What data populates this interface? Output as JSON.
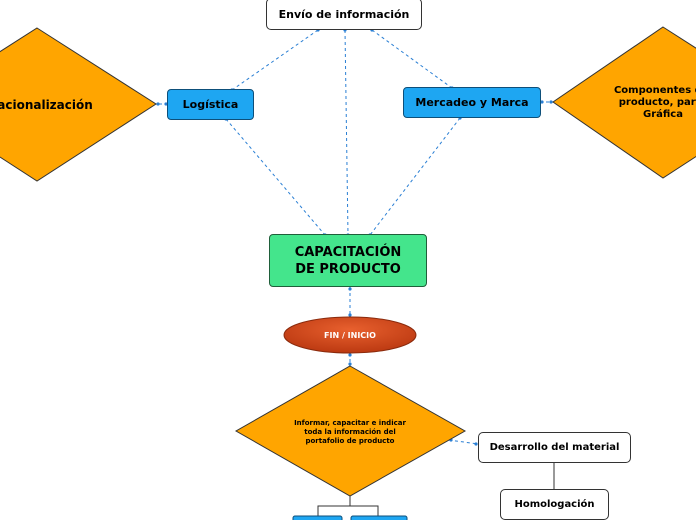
{
  "nodes": {
    "envio": "Envío de información",
    "logistica": "Logística",
    "mercadeo": "Mercadeo y Marca",
    "nacionalizacion": "Nacionalización",
    "componentes": "Componentes del producto, parte Gráfica",
    "capacitacion": "CAPACITACIÓN DE PRODUCTO",
    "fin_inicio": "FIN / INICIO",
    "informar": "Informar, capacitar e indicar toda la información del portafolio de producto",
    "desarrollo": "Desarrollo del material",
    "homologacion": "Homologación"
  },
  "colors": {
    "diamond": "#ffa500",
    "blue_box": "#1ea6f2",
    "green_box": "#44e58c",
    "ellipse": "#d2441c",
    "connector": "#2a7fd4"
  }
}
